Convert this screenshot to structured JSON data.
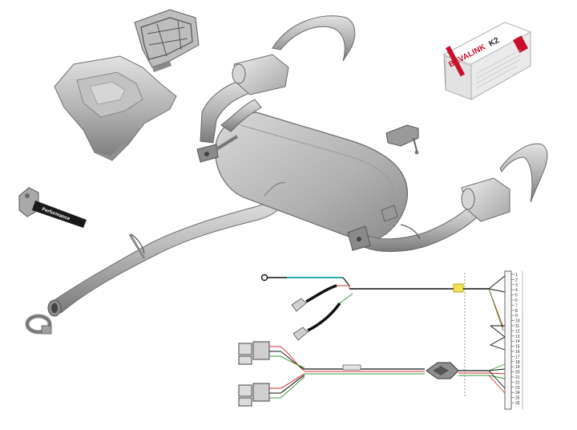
{
  "product_box": {
    "brand": "BEVALINK",
    "model": "K2"
  },
  "bracket_text": "Performance",
  "connector_pins": [
    "1",
    "2",
    "3",
    "4",
    "5",
    "6",
    "7",
    "8",
    "9",
    "10",
    "11",
    "12",
    "13",
    "14",
    "15",
    "16",
    "17",
    "18",
    "19",
    "20",
    "21",
    "22",
    "23",
    "24",
    "25",
    "26"
  ],
  "colors": {
    "metal_light": "#c9c9c9",
    "metal_mid": "#a8a8a8",
    "metal_dark": "#6f6f6f",
    "wire_green": "#3a9a3a",
    "wire_red": "#d03030",
    "wire_cyan": "#2aa9b0",
    "wire_black": "#111111",
    "fuse_yellow": "#f2e24a",
    "box_red": "#c8102e"
  }
}
